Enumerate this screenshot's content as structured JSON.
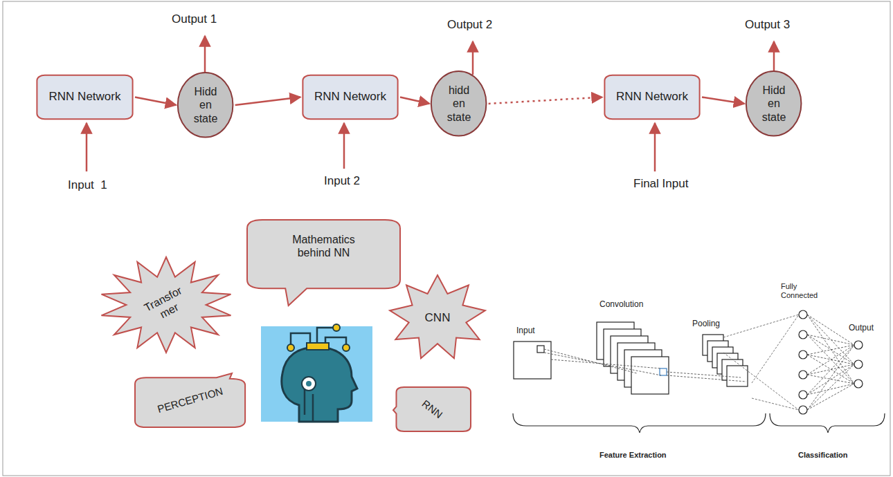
{
  "diagram": {
    "nodes": [
      {
        "text": [
          "RNN Network"
        ]
      },
      {
        "text": [
          "Hidd en state"
        ]
      },
      {
        "text": [
          "RNN Network"
        ]
      },
      {
        "text": [
          "hidd en state"
        ]
      },
      {
        "text": [
          "RNN Network"
        ]
      },
      {
        "text": [
          "Hidd en state"
        ]
      },
      {
        "text": [
          "Mathematics behind NN"
        ]
      },
      {
        "text": [
          "Transfor mer"
        ]
      },
      {
        "text": [
          "CNN"
        ]
      },
      {
        "text": [
          "PERCEPTION"
        ]
      },
      {
        "text": [
          "RNN"
        ]
      }
    ],
    "edges": [
      {
        "from": 0,
        "to": 1,
        "arrow": "to"
      },
      {
        "from": 1,
        "to": 2,
        "arrow": "to"
      },
      {
        "from": 2,
        "to": 3,
        "arrow": "to"
      },
      {
        "from": 3,
        "to": 4,
        "arrow": "to"
      },
      {
        "from": 4,
        "to": 5,
        "arrow": "to"
      }
    ],
    "labels": [
      "Output 1",
      "Output 2",
      "Output 3",
      "Input  1",
      "Input 2",
      "Final Input",
      "Input",
      "Convolution",
      "Pooling",
      "Fully Connected",
      "Output",
      "Feature Extraction",
      "Classification"
    ]
  }
}
